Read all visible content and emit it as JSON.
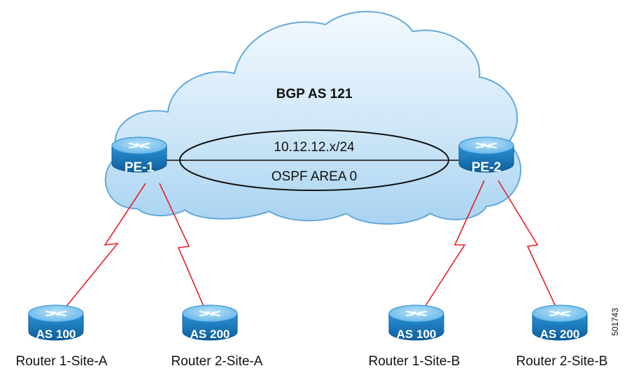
{
  "cloud": {
    "label": "BGP AS 121"
  },
  "backbone": {
    "subnet": "10.12.12.x/24",
    "area": "OSPF AREA 0"
  },
  "routers": {
    "pe1": {
      "badge": "PE-1"
    },
    "pe2": {
      "badge": "PE-2"
    },
    "r1a": {
      "badge": "AS 100",
      "caption": "Router 1-Site-A"
    },
    "r2a": {
      "badge": "AS 200",
      "caption": "Router 2-Site-A"
    },
    "r1b": {
      "badge": "AS 100",
      "caption": "Router 1-Site-B"
    },
    "r2b": {
      "badge": "AS 200",
      "caption": "Router 2-Site-B"
    }
  },
  "figure_id": "501743",
  "colors": {
    "router_top": "#7fc4ee",
    "router_side": "#1c7fc4",
    "cloud_fill": "#cfe8f8",
    "cloud_stroke": "#5aa3d6",
    "link": "#e8202a"
  }
}
